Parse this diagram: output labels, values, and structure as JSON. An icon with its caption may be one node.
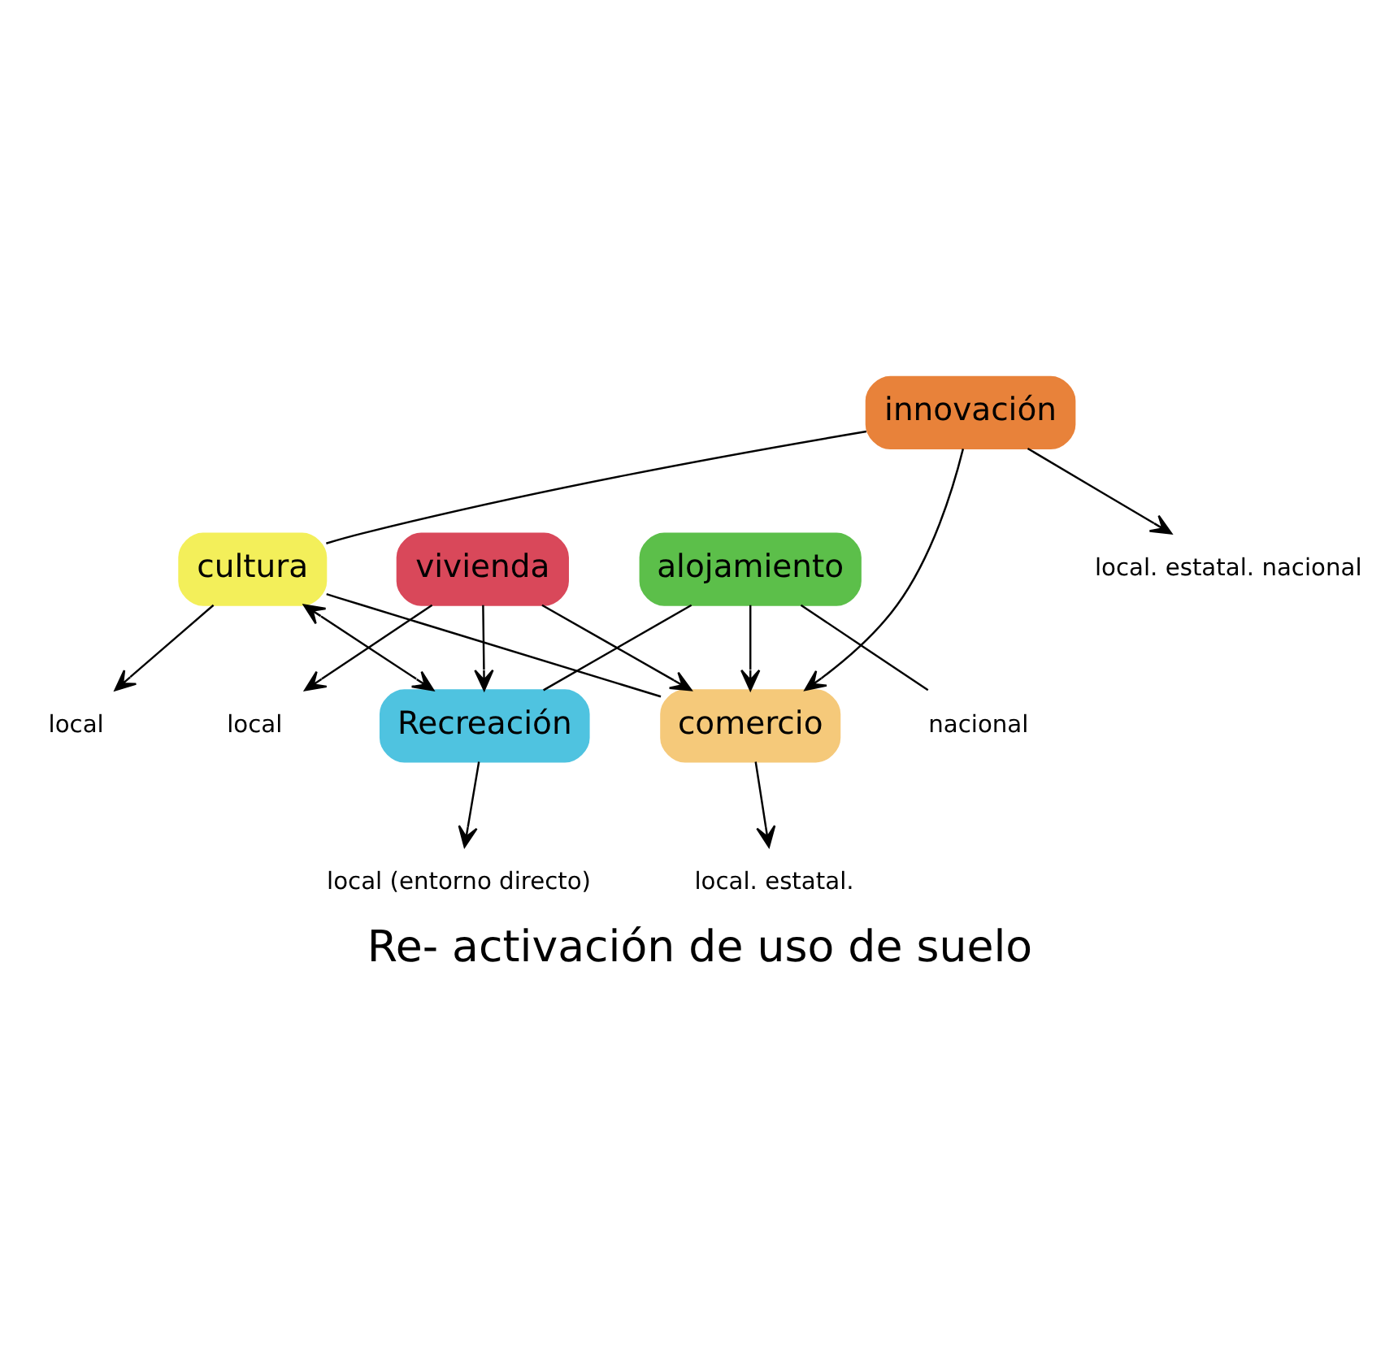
{
  "diagram": {
    "title": "Re- activación de uso de suelo",
    "nodes": [
      {
        "text": [
          "innovación"
        ]
      },
      {
        "text": [
          "local. estatal. nacional"
        ]
      },
      {
        "text": [
          "comercio"
        ]
      },
      {
        "text": [
          "local. estatal."
        ]
      },
      {
        "text": [
          "vivienda"
        ]
      },
      {
        "text": [
          "local"
        ]
      },
      {
        "text": [
          "cultura"
        ]
      },
      {
        "text": [
          "local"
        ]
      },
      {
        "text": [
          "alojamiento"
        ]
      },
      {
        "text": [
          "nacional"
        ]
      },
      {
        "text": [
          "Recreación"
        ]
      },
      {
        "text": [
          "local (entorno directo)"
        ]
      }
    ],
    "edges": [
      {
        "from": 0,
        "to": 1,
        "arrow": "to"
      },
      {
        "from": 0,
        "to": 2,
        "arrow": "to"
      },
      {
        "from": 0,
        "to": 6,
        "arrow": "none"
      },
      {
        "from": 2,
        "to": 3,
        "arrow": "to"
      },
      {
        "from": 4,
        "to": 2,
        "arrow": "to"
      },
      {
        "from": 4,
        "to": 5,
        "arrow": "to"
      },
      {
        "from": 6,
        "to": 7,
        "arrow": "to"
      },
      {
        "from": 6,
        "to": 2,
        "arrow": "none"
      },
      {
        "from": 8,
        "to": 2,
        "arrow": "to"
      },
      {
        "from": 8,
        "to": 9,
        "arrow": "none"
      },
      {
        "from": 6,
        "to": 10,
        "arrow": "both"
      },
      {
        "from": 8,
        "to": 10,
        "arrow": "none"
      },
      {
        "from": 4,
        "to": 10,
        "arrow": "to"
      },
      {
        "from": 10,
        "to": 11,
        "arrow": "to"
      }
    ]
  }
}
